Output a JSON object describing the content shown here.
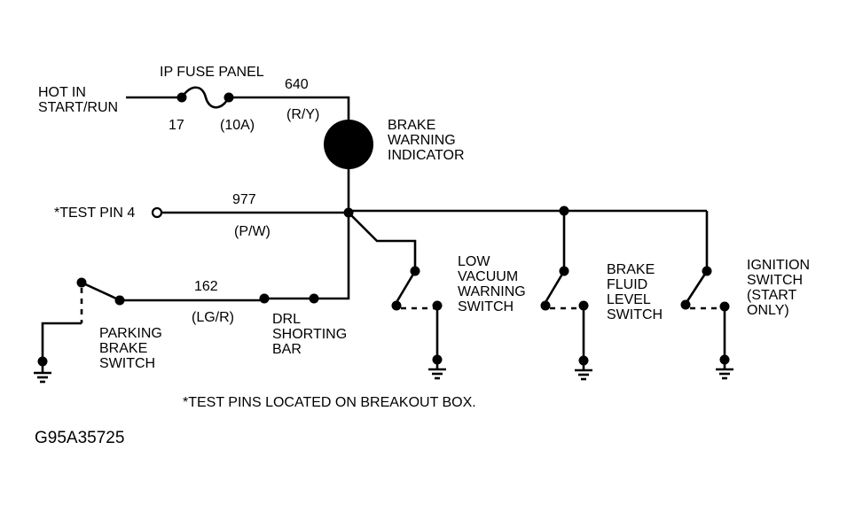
{
  "labels": {
    "hot_in": "HOT IN\nSTART/RUN",
    "fuse_panel": "IP FUSE PANEL",
    "fuse_number": "17",
    "fuse_rating": "(10A)",
    "wire_640": "640",
    "wire_640_color": "(R/Y)",
    "brake_warning": "BRAKE\nWARNING\nINDICATOR",
    "test_pin": "*TEST PIN 4",
    "wire_977": "977",
    "wire_977_color": "(P/W)",
    "wire_162": "162",
    "wire_162_color": "(LG/R)",
    "parking_brake": "PARKING\nBRAKE\nSWITCH",
    "drl_bar": "DRL\nSHORTING\nBAR",
    "low_vacuum": "LOW\nVACUUM\nWARNING\nSWITCH",
    "brake_fluid": "BRAKE\nFLUID\nLEVEL\nSWITCH",
    "ignition": "IGNITION\nSWITCH\n(START\nONLY)",
    "footnote": "*TEST PINS LOCATED ON BREAKOUT BOX.",
    "figure_code": "G95A35725"
  }
}
